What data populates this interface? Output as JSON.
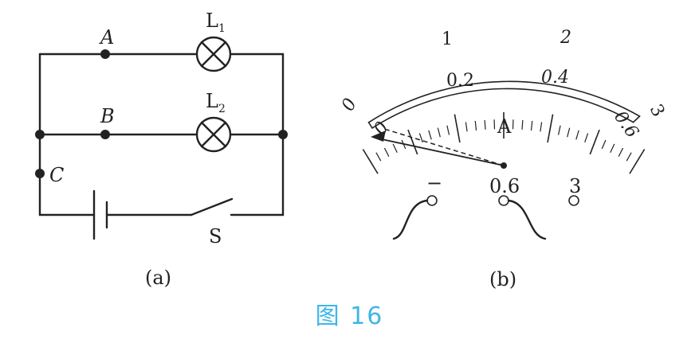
{
  "circuit": {
    "node_a": "A",
    "node_b": "B",
    "node_c": "C",
    "lamp1_letter": "L",
    "lamp1_sub": "1",
    "lamp2_letter": "L",
    "lamp2_sub": "2",
    "switch_label": "S",
    "caption": "(a)"
  },
  "ammeter": {
    "unit_symbol": "A",
    "scale_upper": [
      "0",
      "1",
      "2",
      "3"
    ],
    "scale_lower": [
      "0",
      "0.2",
      "0.4",
      "0.6"
    ],
    "terminal_neg": "−",
    "terminal_mid": "0.6",
    "terminal_high": "3",
    "caption": "(b)"
  },
  "figure_caption": "图 16"
}
